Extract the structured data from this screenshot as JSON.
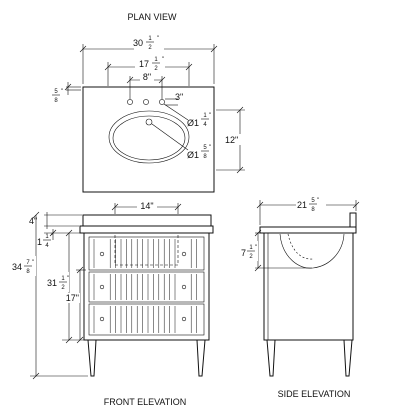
{
  "views": {
    "plan": {
      "title": "PLAN VIEW"
    },
    "front": {
      "title": "FRONT ELEVATION"
    },
    "side": {
      "title": "SIDE ELEVATION"
    }
  },
  "dimensions": {
    "plan_total_width": {
      "whole": "30",
      "frac_num": "1",
      "frac_den": "2",
      "unit": "\""
    },
    "plan_faucet_spread": {
      "whole": "17",
      "frac_num": "1",
      "frac_den": "2",
      "unit": "\""
    },
    "plan_handle_spacing": {
      "text": "8\""
    },
    "plan_hole_offset": {
      "text": "3\""
    },
    "plan_top_thickness": {
      "whole": "",
      "frac_num": "5",
      "frac_den": "8",
      "unit": "\""
    },
    "plan_hole_diameter": {
      "prefix": "Ø1",
      "frac_num": "1",
      "frac_den": "4",
      "unit": "\""
    },
    "plan_drain_diameter": {
      "prefix": "Ø1",
      "frac_num": "5",
      "frac_den": "8",
      "unit": "\""
    },
    "plan_depth": {
      "text": "12\""
    },
    "front_basin_width": {
      "text": "14\""
    },
    "front_top_height": {
      "text": "4\""
    },
    "front_counter_thickness": {
      "whole": "1",
      "frac_num": "1",
      "frac_den": "4",
      "unit": "\""
    },
    "front_total_height": {
      "whole": "34",
      "frac_num": "7",
      "frac_den": "8",
      "unit": "\""
    },
    "front_cabinet_height": {
      "whole": "31",
      "frac_num": "1",
      "frac_den": "2",
      "unit": "\""
    },
    "front_drawer_height": {
      "text": "17\""
    },
    "side_depth": {
      "whole": "21",
      "frac_num": "5",
      "frac_den": "8",
      "unit": "\""
    },
    "side_basin_depth": {
      "whole": "7",
      "frac_num": "1",
      "frac_den": "2",
      "unit": "\""
    }
  }
}
